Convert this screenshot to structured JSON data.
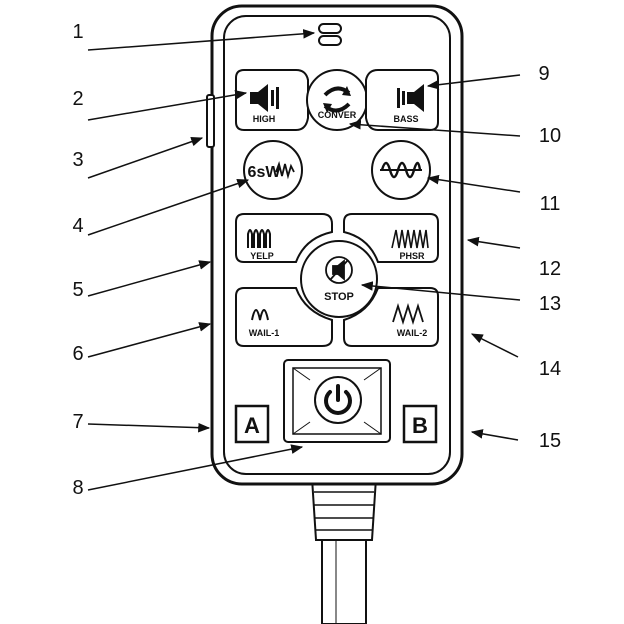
{
  "buttons": {
    "high": "HIGH",
    "conver": "CONVER",
    "bass": "BASS",
    "six": "6sW",
    "yelp": "YELP",
    "phsr": "PHSR",
    "stop": "STOP",
    "wail1": "WAIL-1",
    "wail2": "WAIL-2",
    "a": "A",
    "b": "B"
  },
  "callouts": [
    "1",
    "2",
    "3",
    "4",
    "5",
    "6",
    "7",
    "8",
    "9",
    "10",
    "11",
    "12",
    "13",
    "14",
    "15"
  ]
}
